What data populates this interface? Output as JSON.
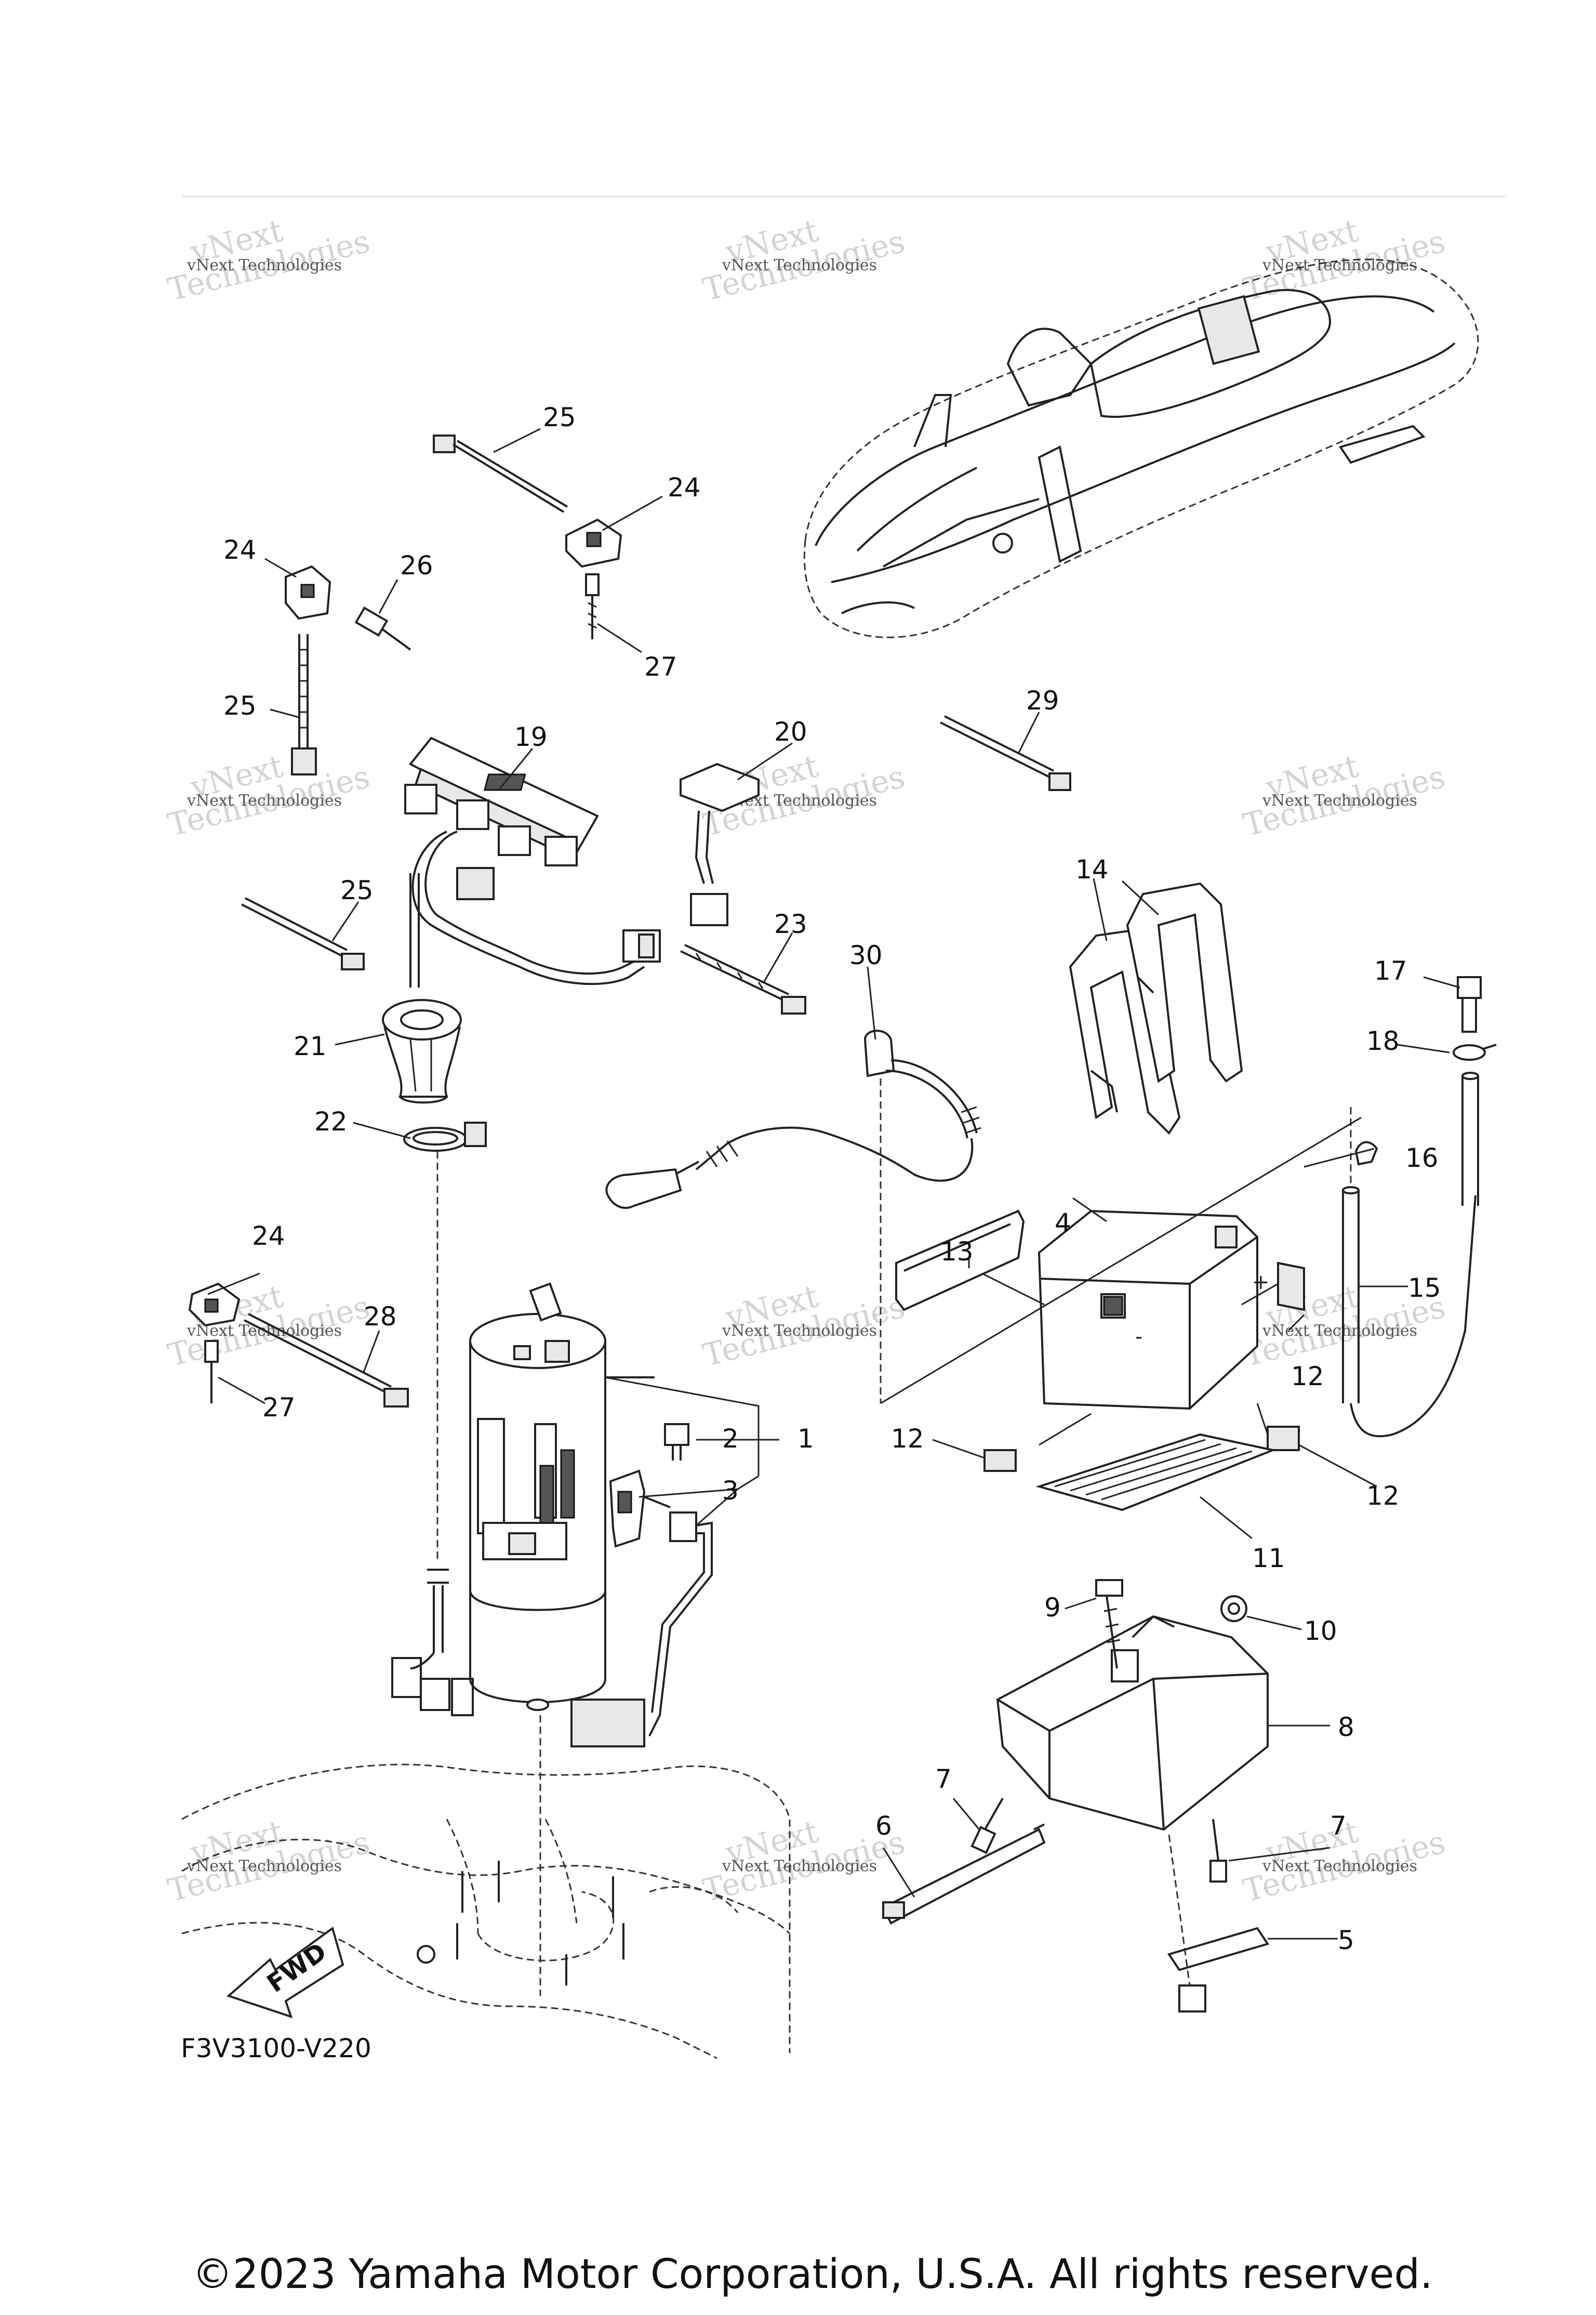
{
  "diagram": {
    "drawing_code": "F3V3100-V220",
    "copyright": "©2023 Yamaha Motor Corporation, U.S.A. All rights reserved.",
    "direction_label": "FWD",
    "watermark": {
      "line1": "vNext",
      "line2": "Technologies",
      "small": "vNext Technologies"
    },
    "callouts": [
      "1",
      "2",
      "3",
      "3",
      "4",
      "5",
      "6",
      "7",
      "7",
      "8",
      "9",
      "10",
      "11",
      "12",
      "12",
      "12",
      "13",
      "14",
      "14",
      "15",
      "16",
      "17",
      "18",
      "19",
      "20",
      "21",
      "22",
      "23",
      "24",
      "24",
      "24",
      "25",
      "25",
      "25",
      "26",
      "27",
      "27",
      "28",
      "29",
      "30"
    ]
  }
}
